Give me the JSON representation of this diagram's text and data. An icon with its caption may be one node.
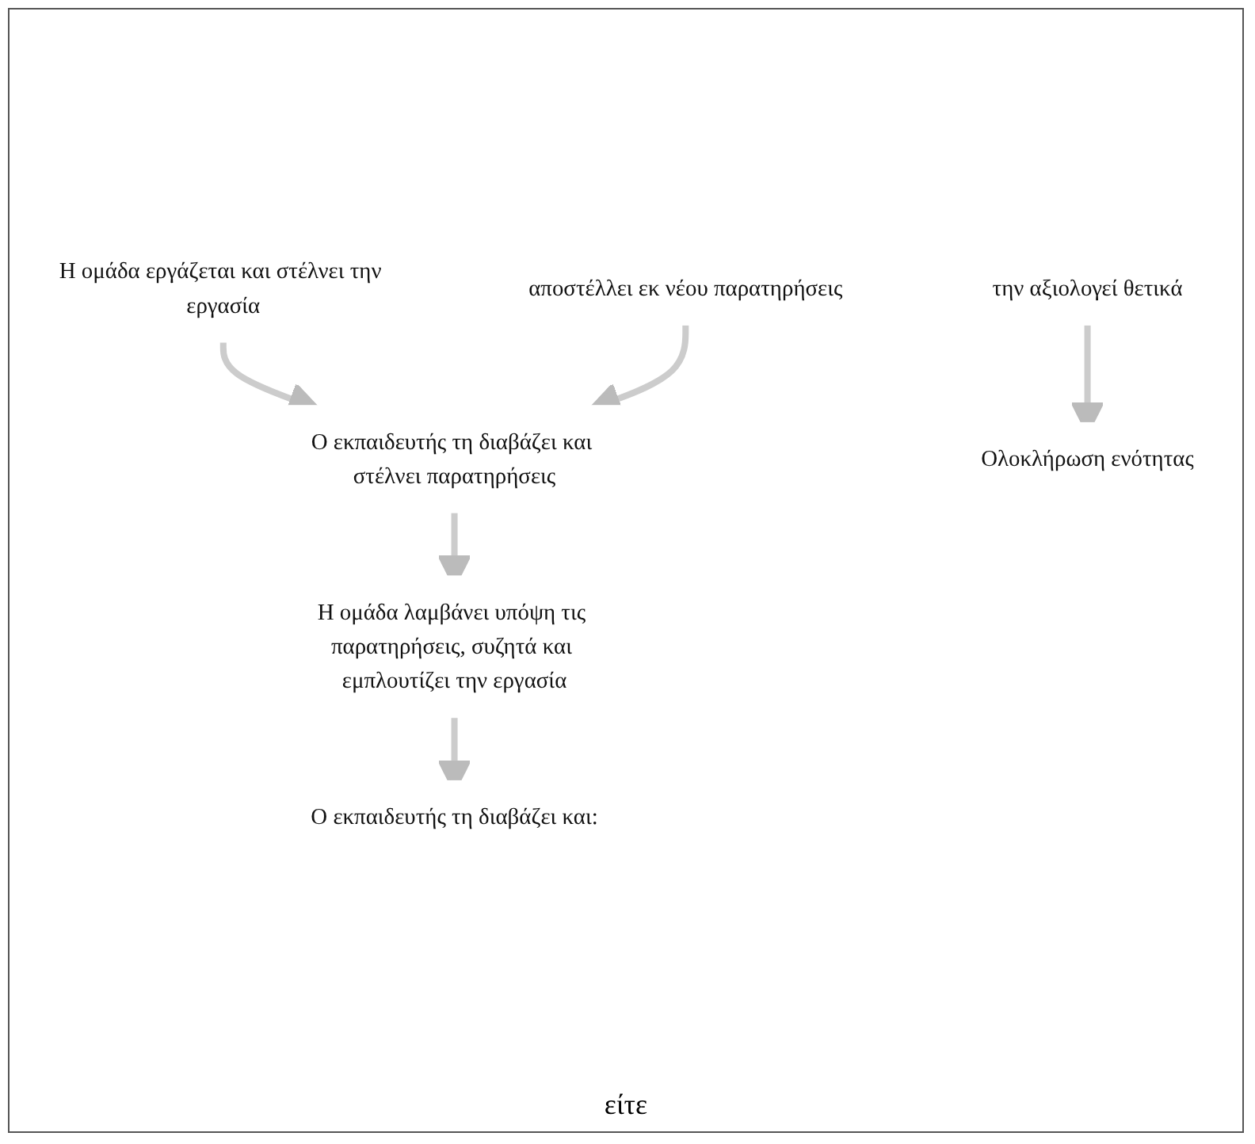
{
  "diagram": {
    "nodes": [
      {
        "text": [
          "Η ομάδα εργάζεται και στέλνει την εργασία"
        ]
      },
      {
        "text": [
          "Ο εκπαιδευτής τη διαβάζει και στέλνει παρατηρήσεις"
        ]
      },
      {
        "text": [
          "Η ομάδα λαμβάνει υπόψη τις παρατηρήσεις, συζητά και εμπλουτίζει την εργασία"
        ]
      },
      {
        "text": [
          "Ο εκπαιδευτής τη διαβάζει και:"
        ]
      },
      {
        "text": [
          "την αξιολογεί θετικά"
        ]
      },
      {
        "text": [
          "αποστέλλει εκ νέου παρατηρήσεις"
        ]
      },
      {
        "text": [
          "Ολοκλήρωση ενότητας"
        ]
      }
    ],
    "edges": [
      {
        "from": 0,
        "to": 1,
        "arrow": "to"
      },
      {
        "from": 1,
        "to": 2,
        "arrow": "to"
      },
      {
        "from": 2,
        "to": 3,
        "arrow": "to"
      },
      {
        "from": 4,
        "to": 6,
        "arrow": "to"
      },
      {
        "from": 5,
        "to": 1,
        "arrow": "to"
      }
    ],
    "labels": [
      "είτε"
    ]
  }
}
